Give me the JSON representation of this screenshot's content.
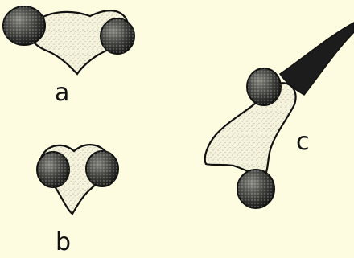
{
  "figure": {
    "labels": {
      "a": "a",
      "b": "b",
      "c": "c"
    },
    "colors": {
      "background": "#fdfbe0",
      "ink": "#111111",
      "fill": "#f6f3dc",
      "stipple": "#8d8d85",
      "sphere_dark": "#1a1a1a",
      "sphere_mid": "#6a6a66",
      "spike": "#1c1c1c"
    }
  }
}
